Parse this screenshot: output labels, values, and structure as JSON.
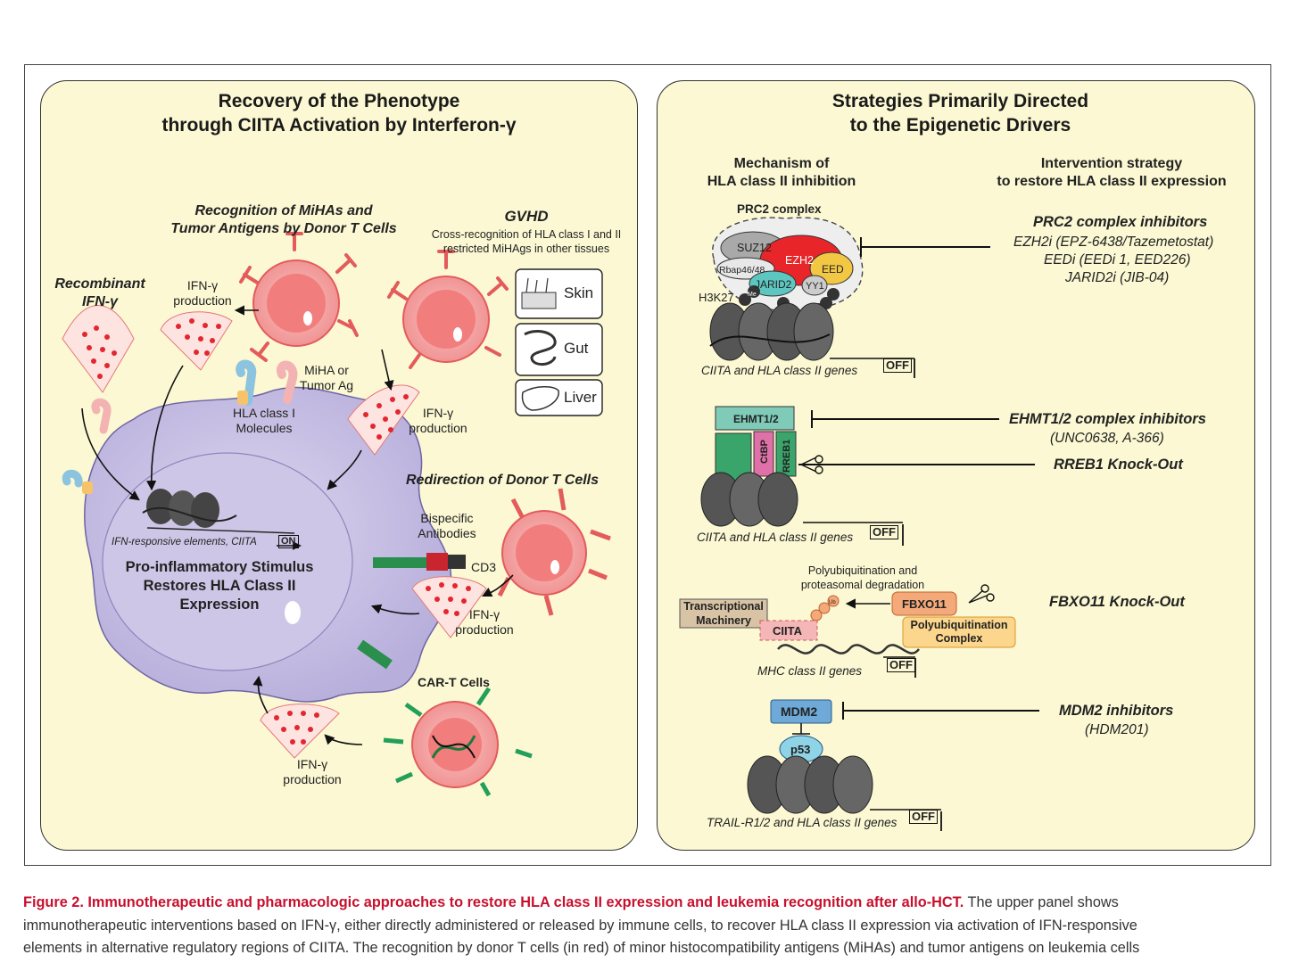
{
  "left_panel": {
    "title_line1": "Recovery of the Phenotype",
    "title_line2": "through CIITA Activation by Interferon-γ",
    "recog_line1": "Recognition of MiHAs and",
    "recog_line2": "Tumor Antigens by Donor T Cells",
    "gvhd_title": "GVHD",
    "gvhd_line1": "Cross-recognition of HLA class I and II",
    "gvhd_line2": "restricted MiHAgs in other tissues",
    "tissues": [
      "Skin",
      "Gut",
      "Liver"
    ],
    "recombinant_line1": "Recombinant",
    "recombinant_line2": "IFN-γ",
    "ifn_line1": "IFN-γ",
    "ifn_line2": "production",
    "miha_line1": "MiHA or",
    "miha_line2": "Tumor Ag",
    "hla_line1": "HLA class I",
    "hla_line2": "Molecules",
    "ifn_elements": "IFN-responsive elements, CIITA",
    "on": "ON",
    "stimulus_line1": "Pro-inflammatory Stimulus",
    "stimulus_line2": "Restores HLA Class II",
    "stimulus_line3": "Expression",
    "redirection": "Redirection of Donor T Cells",
    "bispecific_line1": "Bispecific",
    "bispecific_line2": "Antibodies",
    "cd3": "CD3",
    "cart": "CAR-T Cells"
  },
  "right_panel": {
    "title_line1": "Strategies Primarily Directed",
    "title_line2": "to the Epigenetic Drivers",
    "mech_line1": "Mechanism of",
    "mech_line2": "HLA class II inhibition",
    "interv_line1": "Intervention strategy",
    "interv_line2": "to restore HLA class II expression",
    "prc2_complex": "PRC2 complex",
    "suz12": "SUZ12",
    "ezh2": "EZH2",
    "eed": "EED",
    "rbap": "Rbap46/48",
    "jarid2": "JARID2",
    "yy1": "YY1",
    "h3k27": "H3K27",
    "me": "Me",
    "off": "OFF",
    "genes_ciita": "CIITA and HLA class II genes",
    "prc2_inhib": "PRC2 complex inhibitors",
    "ezh2i": "EZH2i (EPZ-6438/Tazemetostat)",
    "eedi": "EEDi (EEDi 1, EED226)",
    "jarid2i": "JARID2i (JIB-04)",
    "ehmt": "EHMT1/2",
    "ctbp": "CtBP",
    "rreb1": "RREB1",
    "ehmt_inhib": "EHMT1/2 complex inhibitors",
    "ehmt_drugs": "(UNC0638, A-366)",
    "rreb1_ko": "RREB1 Knock-Out",
    "polyub_line1": "Polyubiquitination and",
    "polyub_line2": "proteasomal degradation",
    "trans_line1": "Transcriptional",
    "trans_line2": "Machinery",
    "ciita": "CIITA",
    "ub": "Ub",
    "fbxo11": "FBXO11",
    "polyub_complex_line1": "Polyubiquitination",
    "polyub_complex_line2": "Complex",
    "mhc_genes": "MHC class II genes",
    "fbxo11_ko": "FBXO11 Knock-Out",
    "mdm2": "MDM2",
    "p53": "p53",
    "mdm2_inhib": "MDM2 inhibitors",
    "mdm2_drug": "(HDM201)",
    "trail_genes": "TRAIL-R1/2 and HLA class II genes"
  },
  "caption": {
    "lead": "Figure 2. Immunotherapeutic and pharmacologic approaches to restore HLA class II expression and leukemia recognition after allo-HCT.",
    "line1_rest": " The upper panel shows",
    "line2": "immunotherapeutic interventions based on IFN-γ, either directly administered or released by immune cells, to recover HLA class II expression via activation of IFN-responsive",
    "line3": "elements in alternative regulatory regions of CIITA. The recognition by donor T cells (in red) of minor histocompatibility antigens (MiHAs) and tumor antigens on leukemia cells"
  },
  "colors": {
    "panel_bg": "#fbf8d3",
    "tcell": "#f5a3a3",
    "leukemia": "#c9c3e3",
    "ezh2": "#e8262a",
    "eed": "#f2c744",
    "jarid2": "#5ec6c1",
    "ehmt": "#7fcbb8",
    "ctbp": "#e070a8",
    "mdm2": "#6ea9d8",
    "p53": "#8fd3e6",
    "fbxo11": "#f3a97a",
    "caption_lead": "#c8102e"
  }
}
